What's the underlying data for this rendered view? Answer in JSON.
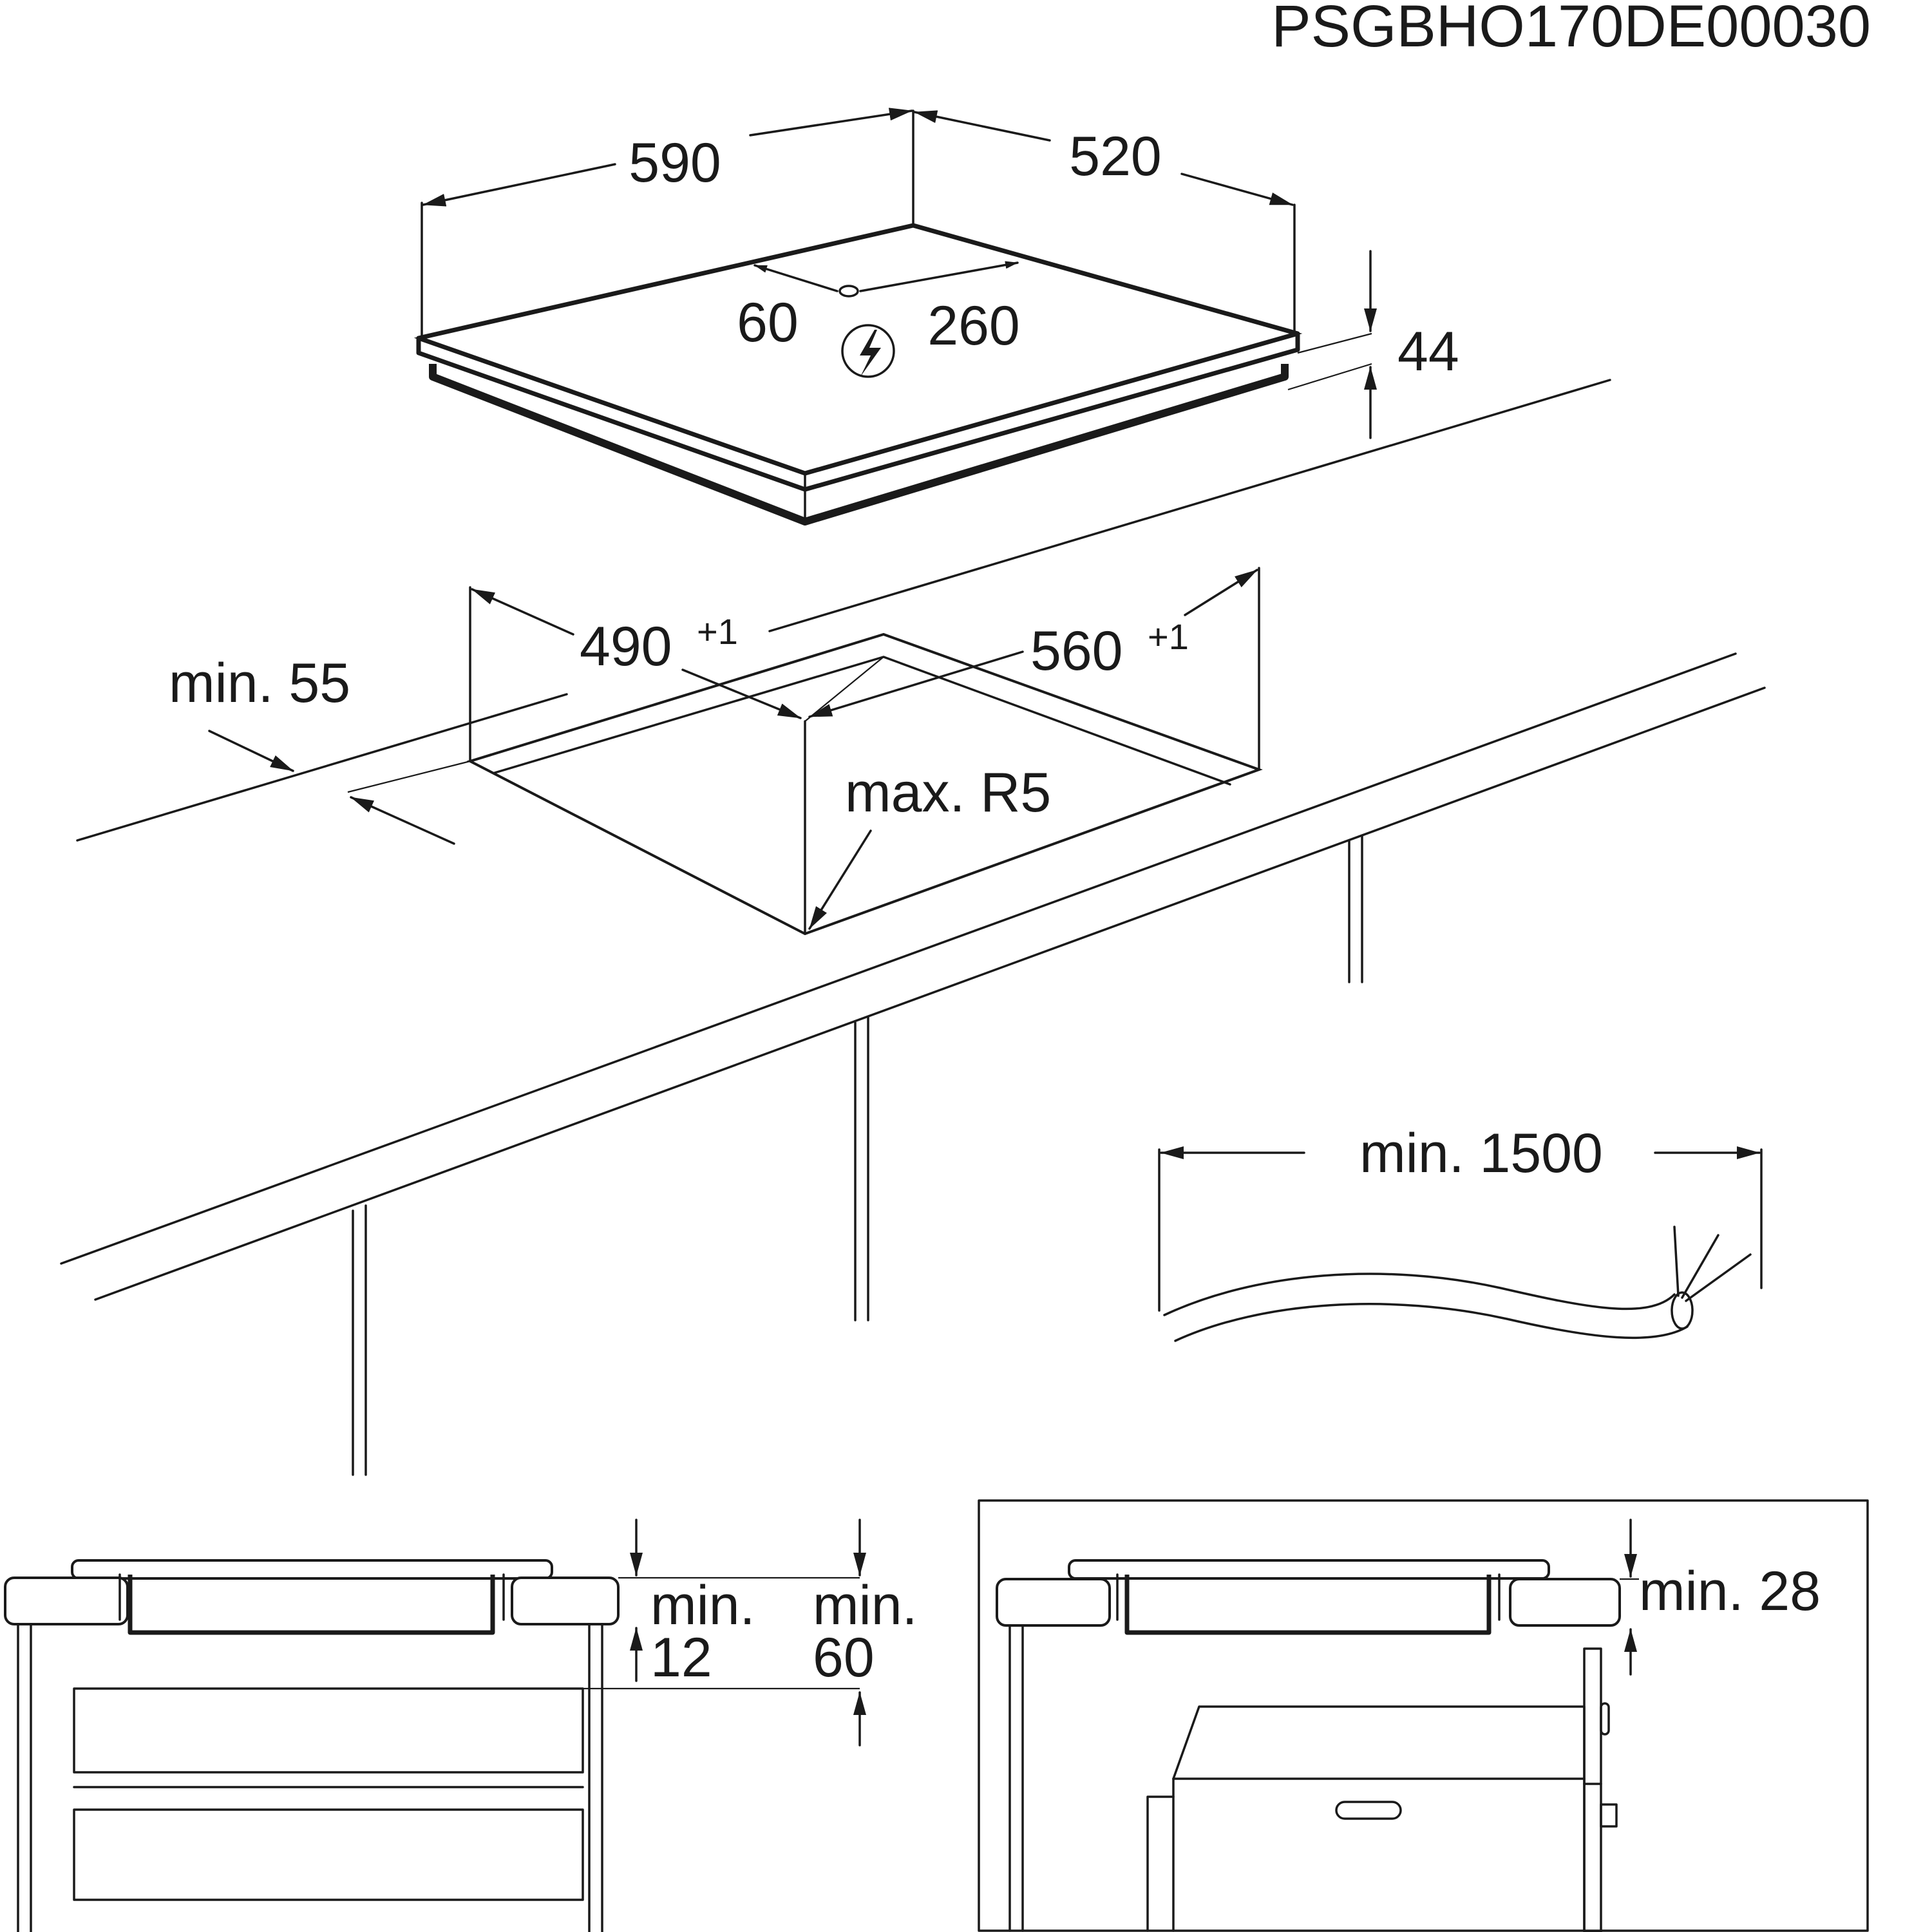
{
  "drawing_code": "PSGBHO170DE00030",
  "hob": {
    "width": "590",
    "depth": "520",
    "height": "44",
    "cable_offset_side": "60",
    "cable_offset_back": "260"
  },
  "cutout": {
    "width": "560",
    "width_tol": "+1",
    "depth": "490",
    "depth_tol": "+1",
    "front_edge": "min. 55",
    "corner_radius": "max. R5"
  },
  "cable": {
    "length": "min. 1500"
  },
  "section_left": {
    "clearance_a_label": "min.",
    "clearance_a_value": "12",
    "clearance_b_label": "min.",
    "clearance_b_value": "60"
  },
  "section_right": {
    "clearance": "min. 28"
  },
  "colors": {
    "line": "#1a1a1a",
    "background": "#ffffff"
  }
}
